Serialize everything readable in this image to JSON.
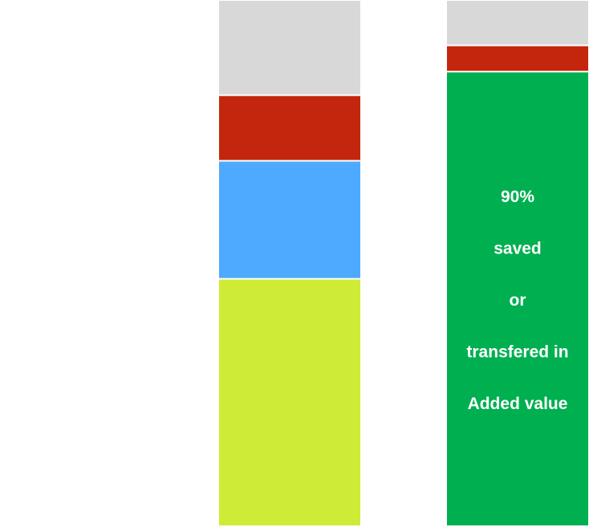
{
  "chart_data": {
    "type": "bar",
    "stacked": true,
    "orientation": "vertical",
    "categories": [
      "",
      ""
    ],
    "ylim": [
      0,
      100
    ],
    "grid": false,
    "legend": "none",
    "bars": [
      {
        "segments": [
          {
            "value": 47,
            "color": "#ceeb35"
          },
          {
            "value": 22.5,
            "color": "#4daafe"
          },
          {
            "value": 12.5,
            "color": "#c4260d"
          },
          {
            "value": 18,
            "color": "#d8d8d8"
          }
        ],
        "label_lines": []
      },
      {
        "segments": [
          {
            "value": 86.5,
            "color": "#00af50"
          },
          {
            "value": 5,
            "color": "#c4260d"
          },
          {
            "value": 8.5,
            "color": "#d8d8d8"
          }
        ],
        "label_lines": [
          "90%",
          "saved",
          "or",
          "transfered in",
          "Added value"
        ]
      }
    ]
  }
}
